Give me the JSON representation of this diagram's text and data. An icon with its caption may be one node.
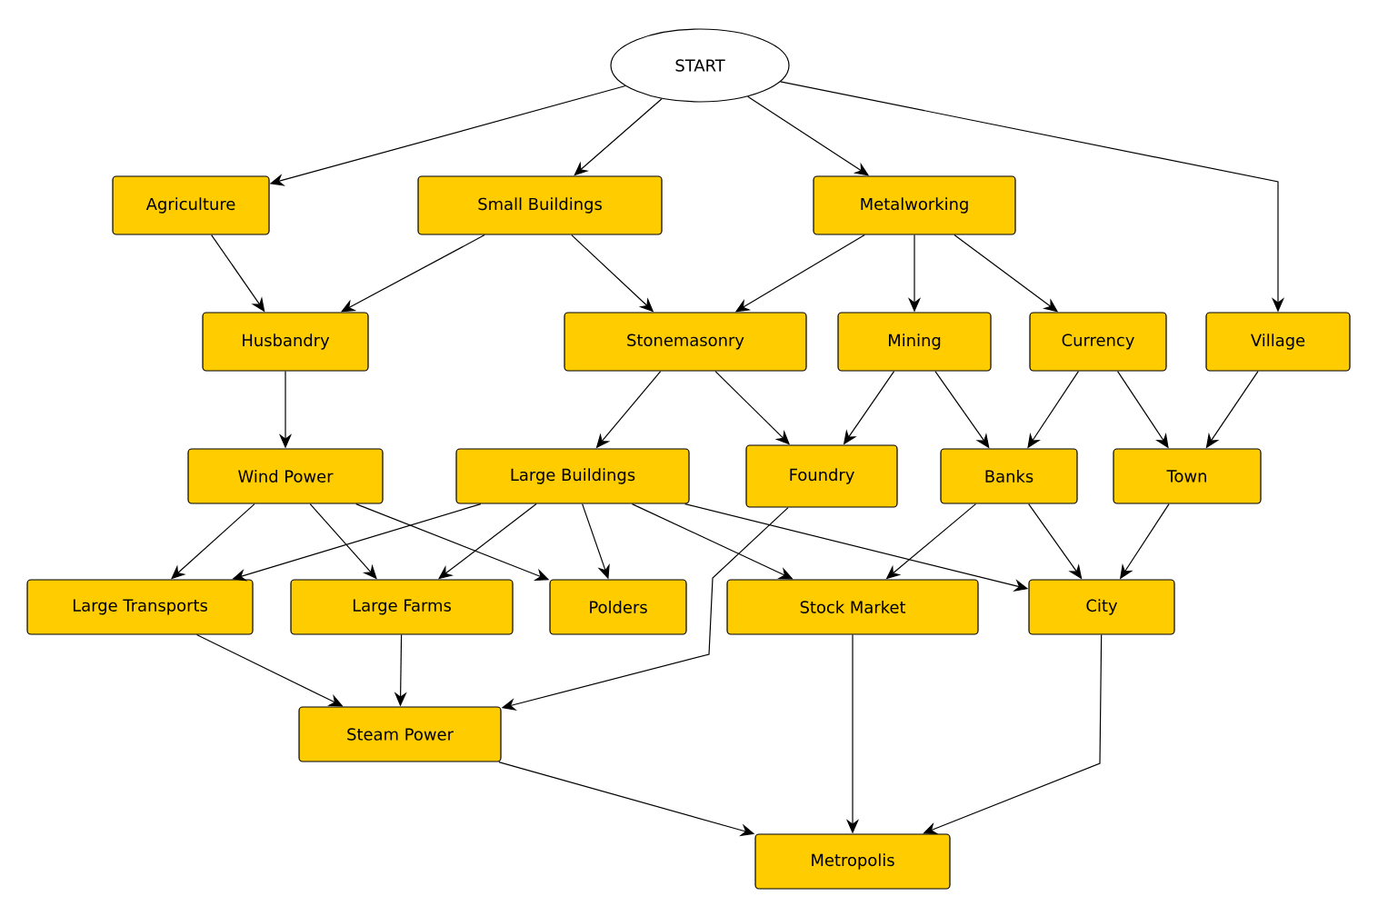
{
  "diagram": {
    "nodes": [
      {
        "text": [
          "START"
        ]
      },
      {
        "text": [
          "Agriculture"
        ]
      },
      {
        "text": [
          "Small Buildings"
        ]
      },
      {
        "text": [
          "Metalworking"
        ]
      },
      {
        "text": [
          "Husbandry"
        ]
      },
      {
        "text": [
          "Stonemasonry"
        ]
      },
      {
        "text": [
          "Mining"
        ]
      },
      {
        "text": [
          "Currency"
        ]
      },
      {
        "text": [
          "Village"
        ]
      },
      {
        "text": [
          "Wind Power"
        ]
      },
      {
        "text": [
          "Large Buildings"
        ]
      },
      {
        "text": [
          "Foundry"
        ]
      },
      {
        "text": [
          "Banks"
        ]
      },
      {
        "text": [
          "Town"
        ]
      },
      {
        "text": [
          "Large Transports"
        ]
      },
      {
        "text": [
          "Large Farms"
        ]
      },
      {
        "text": [
          "Polders"
        ]
      },
      {
        "text": [
          "Stock Market"
        ]
      },
      {
        "text": [
          "City"
        ]
      },
      {
        "text": [
          "Steam Power"
        ]
      },
      {
        "text": [
          "Metropolis"
        ]
      }
    ],
    "edges": [
      {
        "from": 0,
        "to": 1,
        "arrow": "to"
      },
      {
        "from": 0,
        "to": 2,
        "arrow": "to"
      },
      {
        "from": 0,
        "to": 3,
        "arrow": "to"
      },
      {
        "from": 0,
        "to": 8,
        "arrow": "to"
      },
      {
        "from": 1,
        "to": 4,
        "arrow": "to"
      },
      {
        "from": 2,
        "to": 4,
        "arrow": "to"
      },
      {
        "from": 2,
        "to": 5,
        "arrow": "to"
      },
      {
        "from": 3,
        "to": 5,
        "arrow": "to"
      },
      {
        "from": 3,
        "to": 6,
        "arrow": "to"
      },
      {
        "from": 3,
        "to": 7,
        "arrow": "to"
      },
      {
        "from": 4,
        "to": 9,
        "arrow": "to"
      },
      {
        "from": 5,
        "to": 10,
        "arrow": "to"
      },
      {
        "from": 5,
        "to": 11,
        "arrow": "to"
      },
      {
        "from": 6,
        "to": 11,
        "arrow": "to"
      },
      {
        "from": 6,
        "to": 12,
        "arrow": "to"
      },
      {
        "from": 7,
        "to": 12,
        "arrow": "to"
      },
      {
        "from": 7,
        "to": 13,
        "arrow": "to"
      },
      {
        "from": 8,
        "to": 13,
        "arrow": "to"
      },
      {
        "from": 9,
        "to": 14,
        "arrow": "to"
      },
      {
        "from": 9,
        "to": 15,
        "arrow": "to"
      },
      {
        "from": 9,
        "to": 16,
        "arrow": "to"
      },
      {
        "from": 10,
        "to": 14,
        "arrow": "to"
      },
      {
        "from": 10,
        "to": 15,
        "arrow": "to"
      },
      {
        "from": 10,
        "to": 16,
        "arrow": "to"
      },
      {
        "from": 10,
        "to": 17,
        "arrow": "to"
      },
      {
        "from": 10,
        "to": 18,
        "arrow": "to"
      },
      {
        "from": 11,
        "to": 19,
        "arrow": "to"
      },
      {
        "from": 12,
        "to": 17,
        "arrow": "to"
      },
      {
        "from": 12,
        "to": 18,
        "arrow": "to"
      },
      {
        "from": 13,
        "to": 18,
        "arrow": "to"
      },
      {
        "from": 14,
        "to": 19,
        "arrow": "to"
      },
      {
        "from": 15,
        "to": 19,
        "arrow": "to"
      },
      {
        "from": 17,
        "to": 20,
        "arrow": "to"
      },
      {
        "from": 18,
        "to": 20,
        "arrow": "to"
      },
      {
        "from": 19,
        "to": 20,
        "arrow": "to"
      }
    ]
  }
}
